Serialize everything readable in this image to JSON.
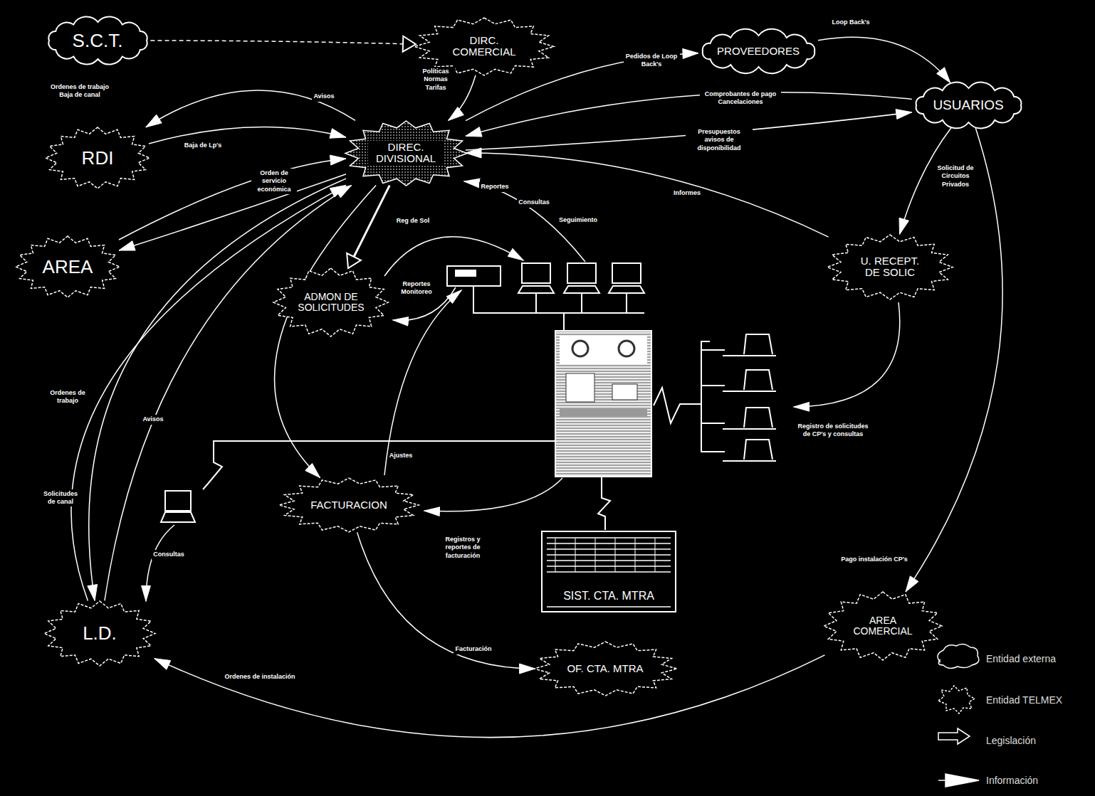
{
  "diagram": {
    "nodes": [
      {
        "text": [
          "S.C.T."
        ]
      },
      {
        "text": [
          "DIRC. COMERCIAL"
        ]
      },
      {
        "text": [
          "PROVEEDORES"
        ]
      },
      {
        "text": [
          "USUARIOS"
        ]
      },
      {
        "text": [
          "RDI"
        ]
      },
      {
        "text": [
          "DIREC. DIVISIONAL"
        ]
      },
      {
        "text": [
          "AREA"
        ]
      },
      {
        "text": [
          "ADMON DE SOLICITUDES"
        ]
      },
      {
        "text": [
          "U. RECEPT. DE SOLIC"
        ]
      },
      {
        "text": [
          "FACTURACION"
        ]
      },
      {
        "text": [
          "SIST. CTA. MTRA"
        ]
      },
      {
        "text": [
          "L.D."
        ]
      },
      {
        "text": [
          "AREA COMERCIAL"
        ]
      },
      {
        "text": [
          "OF. CTA. MTRA"
        ]
      }
    ],
    "edges": [
      {
        "from": 0,
        "to": 1,
        "arrow": "to"
      },
      {
        "from": 1,
        "to": 5,
        "label": "Políticas Normas Tarifas",
        "arrow": "to"
      },
      {
        "from": 5,
        "to": 4,
        "label": "Ordenes de trabajo Baja de canal",
        "arrow": "to"
      },
      {
        "from": 4,
        "to": 5,
        "label": "Avisos",
        "arrow": "to"
      },
      {
        "from": 6,
        "to": 5,
        "label": "Baja de Lp's",
        "arrow": "to"
      },
      {
        "from": 5,
        "to": 6,
        "label": "Orden de servicio económica",
        "arrow": "to"
      },
      {
        "from": 5,
        "to": 2,
        "label": "Pedidos de Loop Back's",
        "arrow": "to"
      },
      {
        "from": 2,
        "to": 3,
        "label": "Loop Back's",
        "arrow": "to"
      },
      {
        "from": 3,
        "to": 5,
        "label": "Comprobantes de pago Cancelaciones",
        "arrow": "to"
      },
      {
        "from": 5,
        "to": 3,
        "label": "Presupuestos avisos de disponibilidad",
        "arrow": "to"
      },
      {
        "from": 3,
        "to": 8,
        "label": "Solicitud de Circuitos Privados",
        "arrow": "to"
      },
      {
        "from": 8,
        "to": 5,
        "label": "Informes",
        "arrow": "to"
      },
      {
        "from": 3,
        "to": 12,
        "label": "Pago instalación CP's",
        "arrow": "to"
      },
      {
        "from": 5,
        "to": 7,
        "arrow": "to"
      },
      {
        "from": 5,
        "to": 9,
        "arrow": "to"
      },
      {
        "from": 5,
        "to": 11,
        "label": "Ordenes de trabajo",
        "arrow": "to"
      },
      {
        "from": 11,
        "to": 5,
        "label": "Avisos",
        "arrow": "to"
      },
      {
        "from": 11,
        "to": 5,
        "label": "Solicitudes de canal",
        "arrow": "to"
      },
      {
        "from": 9,
        "to": 13,
        "label": "Facturación",
        "arrow": "to"
      },
      {
        "from": 12,
        "to": 11,
        "label": "Ordenes de instalación",
        "arrow": "to"
      }
    ],
    "labels": [
      "Reportes",
      "Consultas",
      "Seguimiento",
      "Reg de Sol",
      "Reportes Monitoreo",
      "Ajustes",
      "Registros y reportes de facturación",
      "Registro de solicitudes de CP's y consultas",
      "Consultas"
    ],
    "legend": [
      {
        "text": "Entidad externa"
      },
      {
        "text": "Entidad TELMEX"
      },
      {
        "text": "Legislación"
      },
      {
        "text": "Información"
      }
    ]
  }
}
